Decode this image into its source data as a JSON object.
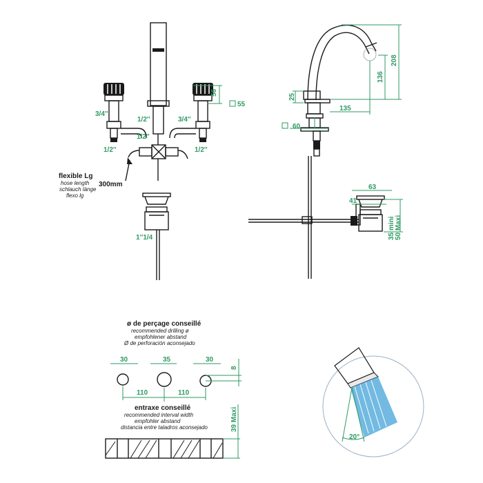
{
  "front_view": {
    "dim_56": "56",
    "dim_55": "55",
    "thread_left_inlet": "3/4''",
    "thread_left_outlet": "1/2''",
    "thread_center": "1/2''",
    "thread_center_bottom": "1/2''",
    "thread_right_inlet": "3/4''",
    "thread_right_outlet": "1/2''",
    "hose_title": "flexible Lg",
    "hose_en": "hose length",
    "hose_de": "schlauch länge",
    "hose_es": "flexo lg",
    "hose_length": "300mm",
    "waste_thread": "1''1/4"
  },
  "side_view": {
    "dim_208": "208",
    "dim_136": "136",
    "dim_25": "25",
    "dim_135": "135",
    "dim_60": "60",
    "dim_63": "63",
    "dim_41": "41",
    "dim_35_mini": "35 mini",
    "dim_50_maxi": "50 Maxi"
  },
  "drilling": {
    "title": "ø de perçage conseillé",
    "en": "recommended drilling ø",
    "de": "empfohlener abstand",
    "es": "Ø de perforación aconsejado",
    "d1": "30",
    "d2": "35",
    "d3": "30",
    "dim_8": "8",
    "spacing_1": "110",
    "spacing_2": "110"
  },
  "interval": {
    "title": "entraxe conseillé",
    "en": "recommended interval width",
    "de": "empfohler abstand",
    "es": "distancia entre taladros aconsejado",
    "dim_39": "39 Maxi"
  },
  "spray": {
    "angle": "20°"
  }
}
